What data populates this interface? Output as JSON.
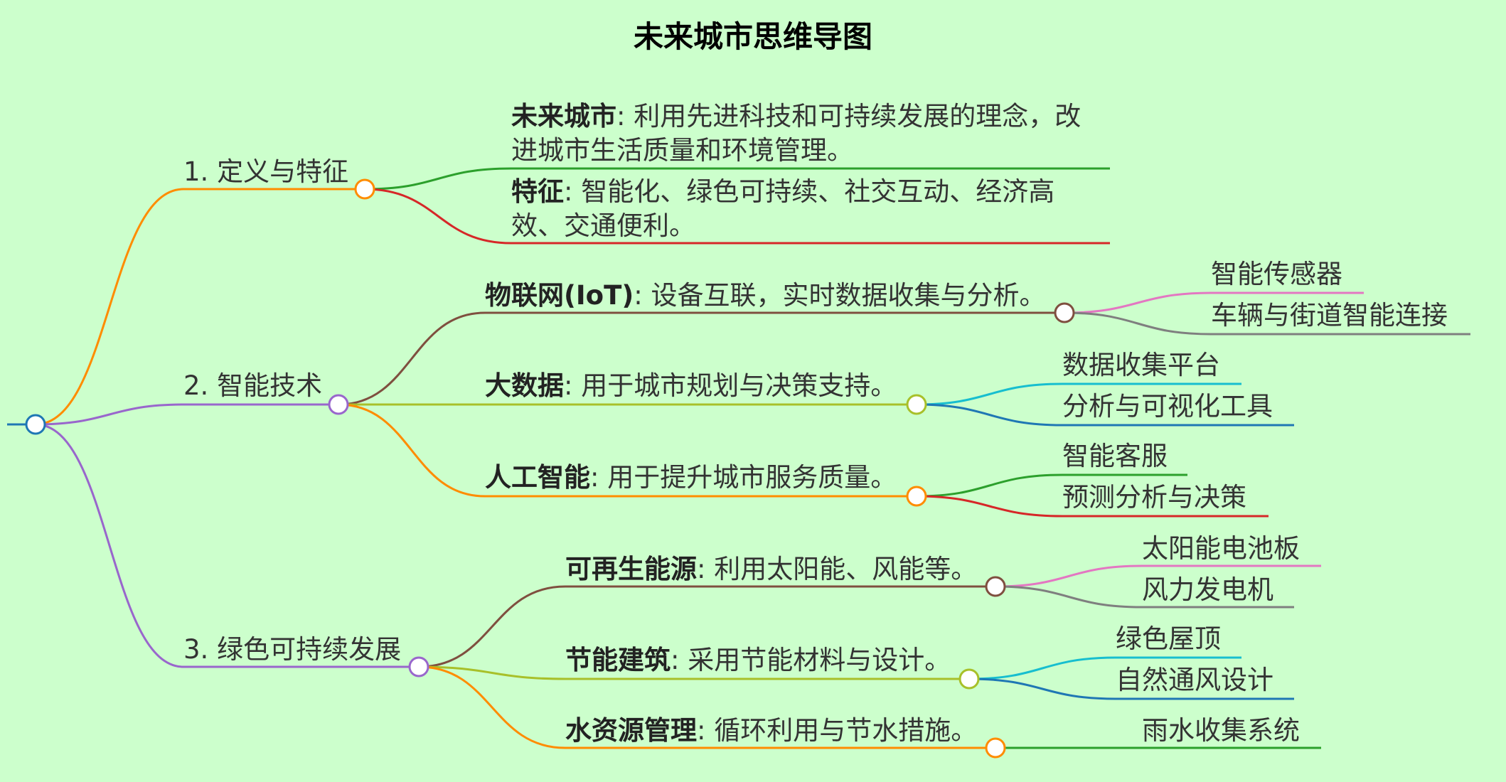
{
  "title": "未来城市思维导图",
  "colors": {
    "background": "#ccffcc",
    "orange": "#ff8c00",
    "purple": "#9966cc",
    "brown": "#7f4f3f",
    "olive": "#a8c02a",
    "green": "#2ca02c",
    "red": "#d62728",
    "pink": "#e377c2",
    "gray": "#7f7f7f",
    "cyan": "#17becf",
    "blue": "#1f77b4"
  },
  "root": {
    "label": ""
  },
  "branches": [
    {
      "label": "1. 定义与特征",
      "children": [
        {
          "term": "未来城市",
          "desc": ": 利用先进科技和可持续发展的理念，改进城市生活质量和环境管理。",
          "children": []
        },
        {
          "term": "特征",
          "desc": ": 智能化、绿色可持续、社交互动、经济高效、交通便利。",
          "children": []
        }
      ]
    },
    {
      "label": "2. 智能技术",
      "children": [
        {
          "term": "物联网(IoT)",
          "desc": ": 设备互联，实时数据收集与分析。",
          "children": [
            "智能传感器",
            "车辆与街道智能连接"
          ]
        },
        {
          "term": "大数据",
          "desc": ": 用于城市规划与决策支持。",
          "children": [
            "数据收集平台",
            "分析与可视化工具"
          ]
        },
        {
          "term": "人工智能",
          "desc": ": 用于提升城市服务质量。",
          "children": [
            "智能客服",
            "预测分析与决策"
          ]
        }
      ]
    },
    {
      "label": "3. 绿色可持续发展",
      "children": [
        {
          "term": "可再生能源",
          "desc": ": 利用太阳能、风能等。",
          "children": [
            "太阳能电池板",
            "风力发电机"
          ]
        },
        {
          "term": "节能建筑",
          "desc": ": 采用节能材料与设计。",
          "children": [
            "绿色屋顶",
            "自然通风设计"
          ]
        },
        {
          "term": "水资源管理",
          "desc": ": 循环利用与节水措施。",
          "children": [
            "雨水收集系统"
          ]
        }
      ]
    }
  ]
}
